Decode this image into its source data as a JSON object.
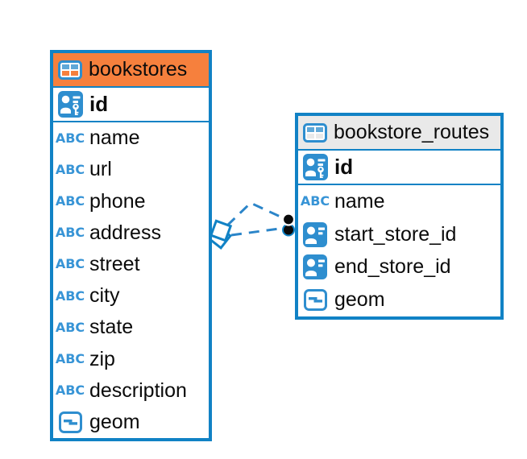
{
  "icons": {
    "text_type_label": "ABC",
    "header_icon": "table-icon",
    "pk_icon": "user-key-icon",
    "fk_icon": "user-reference-icon",
    "geom_icon": "object-icon"
  },
  "colors": {
    "table_border_blue": "#1182c5",
    "header_orange": "#f6803d",
    "header_gray": "#e9e9e9",
    "icon_blue": "#2e8ecf",
    "icon_cell_light_blue": "#5fa8d8",
    "text_type_blue": "#3794d6",
    "relationship_line_blue": "#2b85c9",
    "endpoint_dot_black": "#0a0a0a",
    "text_black": "#0b0b0b"
  },
  "tables": [
    {
      "name": "bookstores",
      "header_bg": "#f6803d",
      "primary_key": {
        "label": "id",
        "type": "primary_key"
      },
      "fields": [
        {
          "label": "name",
          "type": "text"
        },
        {
          "label": "url",
          "type": "text"
        },
        {
          "label": "phone",
          "type": "text"
        },
        {
          "label": "address",
          "type": "text"
        },
        {
          "label": "street",
          "type": "text"
        },
        {
          "label": "city",
          "type": "text"
        },
        {
          "label": "state",
          "type": "text"
        },
        {
          "label": "zip",
          "type": "text"
        },
        {
          "label": "description",
          "type": "text"
        },
        {
          "label": "geom",
          "type": "object"
        }
      ]
    },
    {
      "name": "bookstore_routes",
      "header_bg": "#e9e9e9",
      "primary_key": {
        "label": "id",
        "type": "primary_key"
      },
      "fields": [
        {
          "label": "name",
          "type": "text"
        },
        {
          "label": "start_store_id",
          "type": "reference"
        },
        {
          "label": "end_store_id",
          "type": "reference"
        },
        {
          "label": "geom",
          "type": "object"
        }
      ]
    }
  ],
  "connector": {
    "type": "relationship",
    "style": "dashed",
    "from": "bookstores",
    "to": "bookstore_routes",
    "left_endpoint": "diamond-handles",
    "right_endpoint": "dot-handles",
    "line_count": 2
  }
}
